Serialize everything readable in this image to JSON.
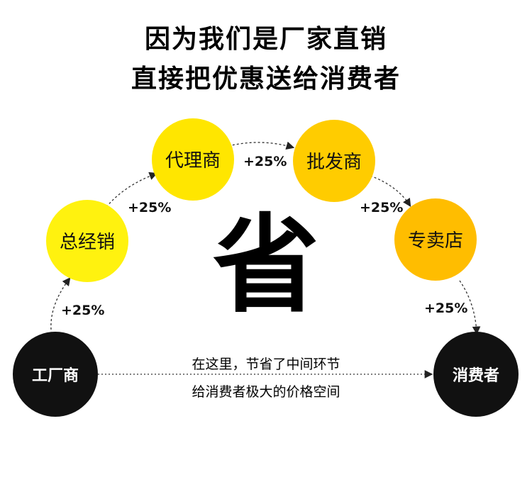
{
  "headline": {
    "line1": "因为我们是厂家直销",
    "line2": "直接把优惠送给消费者"
  },
  "center_char": "省",
  "nodes": [
    {
      "id": "factory",
      "label": "工厂商",
      "fill": "#111111",
      "text_color": "#ffffff"
    },
    {
      "id": "distributor",
      "label": "总经销",
      "fill": "#fff20f",
      "text_color": "#111111"
    },
    {
      "id": "agent",
      "label": "代理商",
      "fill": "#ffe600",
      "text_color": "#111111"
    },
    {
      "id": "wholesaler",
      "label": "批发商",
      "fill": "#ffcc00",
      "text_color": "#111111"
    },
    {
      "id": "store",
      "label": "专卖店",
      "fill": "#ffbd00",
      "text_color": "#111111"
    },
    {
      "id": "consumer",
      "label": "消费者",
      "fill": "#111111",
      "text_color": "#ffffff"
    }
  ],
  "markups": [
    "+25%",
    "+25%",
    "+25%",
    "+25%",
    "+25%"
  ],
  "note": {
    "line1": "在这里，节省了中间环节",
    "line2": "给消费者极大的价格空间"
  }
}
